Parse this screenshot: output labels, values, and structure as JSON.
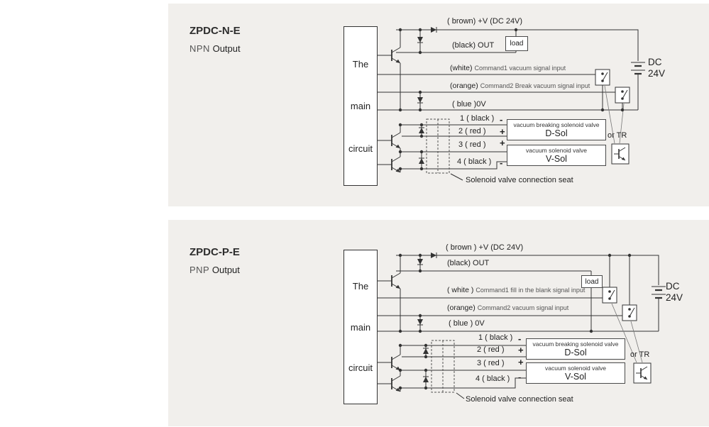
{
  "npn": {
    "title": "ZPDC-N-E",
    "output_type": "NPN",
    "output_word": "Output",
    "main_box": {
      "line1": "The",
      "line2": "main",
      "line3": "circuit"
    },
    "wires": {
      "brown": "( brown) +V (DC 24V)",
      "black": "(black) OUT",
      "white_prefix": "(white)",
      "white_desc": "Command1 vacuum signal input",
      "orange_prefix": "(orange)",
      "orange_desc": "Command2 Break vacuum signal input",
      "blue": "( blue )0V"
    },
    "load_label": "load",
    "pins": {
      "p1": "1 ( black )",
      "p2": "2 ( red )",
      "p3": "3 ( red )",
      "p4": "4 ( black )",
      "pol1": "-",
      "pol2": "+",
      "pol3": "+",
      "pol4": "-"
    },
    "d_sol": {
      "desc": "vacuum breaking solenoid valve",
      "name": "D-Sol"
    },
    "v_sol": {
      "desc": "vacuum solenoid valve",
      "name": "V-Sol"
    },
    "seat_label": "Solenoid valve connection seat",
    "power": {
      "line1": "DC",
      "line2": "24V"
    },
    "or_tr_label": "or TR"
  },
  "pnp": {
    "title": "ZPDC-P-E",
    "output_type": "PNP",
    "output_word": "Output",
    "main_box": {
      "line1": "The",
      "line2": "main",
      "line3": "circuit"
    },
    "wires": {
      "brown": "( brown ) +V (DC 24V)",
      "black": "(black) OUT",
      "white_prefix": "( white )",
      "white_desc": "Command1 fill in the blank signal input",
      "orange_prefix": "(orange)",
      "orange_desc": "Command2 vacuum signal input",
      "blue": "( blue ) 0V"
    },
    "load_label": "load",
    "pins": {
      "p1": "1 ( black )",
      "p2": "2 ( red )",
      "p3": "3 ( red )",
      "p4": "4 ( black )",
      "pol1": "-",
      "pol2": "+",
      "pol3": "+",
      "pol4": "-"
    },
    "d_sol": {
      "desc": "vacuum breaking solenoid valve",
      "name": "D-Sol"
    },
    "v_sol": {
      "desc": "vacuum solenoid valve",
      "name": "V-Sol"
    },
    "seat_label": "Solenoid valve connection seat",
    "power": {
      "line1": "DC",
      "line2": "24V"
    },
    "or_tr_label": "or TR"
  }
}
